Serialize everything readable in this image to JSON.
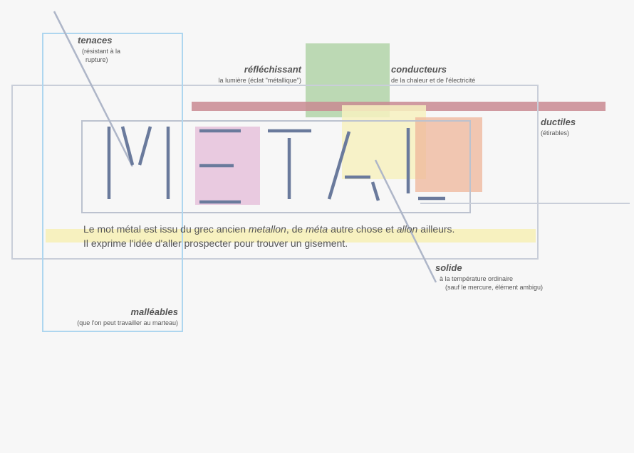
{
  "title_letters": [
    "M",
    "E",
    "T",
    "A",
    "L"
  ],
  "labels": {
    "tenaces": {
      "word": "tenaces",
      "line1": "(résistant à la",
      "line2": "rupture)"
    },
    "reflechissant": {
      "word": "réfléchissant",
      "sub": "la lumière (éclat \"métallique\")"
    },
    "conducteurs": {
      "word": "conducteurs",
      "sub": "de la chaleur et de l'électricité"
    },
    "ductiles": {
      "word": "ductiles",
      "sub": "(étirables)"
    },
    "solide": {
      "word": "solide",
      "line1": "à la température ordinaire",
      "line2": "(sauf le mercure, élément ambigu)"
    },
    "malleables": {
      "word": "malléables",
      "sub": "(que l'on peut travailler au marteau)"
    }
  },
  "paragraph": {
    "l1_a": "Le mot métal est issu du grec ancien ",
    "l1_b": "metallon",
    "l1_c": ", de ",
    "l1_d": "méta",
    "l1_e": " autre chose et ",
    "l1_f": "allon",
    "l1_g": " ailleurs.",
    "l2": "Il exprime l'idée d'aller prospecter pour trouver un gisement."
  },
  "colors": {
    "letters": "#6a7a9c",
    "frame": "#c9ced9",
    "blue_frame": "#aed6ef",
    "green": "#a8cf9e",
    "red_bar": "#c98a92",
    "yellow": "#f7f1bf",
    "pink": "#e6c2dc",
    "salmon": "#efb59a"
  }
}
